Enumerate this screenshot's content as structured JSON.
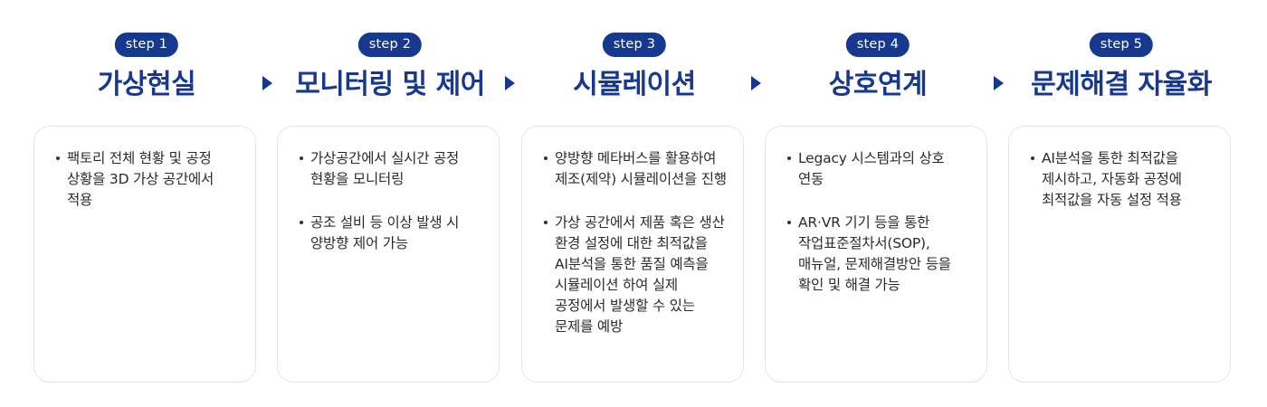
{
  "steps": [
    {
      "badge": "step 1",
      "title": "가상현실",
      "bullets": [
        "팩토리 전체 현황 및 공정 상황을 3D 가상 공간에서 적용"
      ]
    },
    {
      "badge": "step 2",
      "title": "모니터링 및 제어",
      "bullets": [
        "가상공간에서 실시간 공정 현황을 모니터링",
        "공조 설비 등 이상 발생 시 양방향 제어 가능"
      ]
    },
    {
      "badge": "step 3",
      "title": "시뮬레이션",
      "bullets": [
        "양방향 메타버스를 활용하여 제조(제약) 시뮬레이션을 진행",
        "가상 공간에서 제품 혹은 생산 환경 설정에 대한 최적값을 AI분석을 통한 품질 예측을 시뮬레이션 하여 실제 공정에서 발생할 수 있는 문제를 예방"
      ]
    },
    {
      "badge": "step 4",
      "title": "상호연계",
      "bullets": [
        "Legacy 시스템과의 상호 연동",
        "AR·VR 기기 등을 통한 작업표준절차서(SOP), 매뉴얼, 문제해결방안 등을 확인 및 해결 가능"
      ]
    },
    {
      "badge": "step 5",
      "title": "문제해결 자율화",
      "bullets": [
        "AI분석을 통한 최적값을 제시하고, 자동화 공정에 최적값을 자동 설정 적용"
      ]
    }
  ],
  "colors": {
    "accent": "#16398f",
    "card_border": "#e3e5ea",
    "text": "#2b2b2b"
  },
  "icons": {
    "arrow": "triangle-right-icon"
  }
}
